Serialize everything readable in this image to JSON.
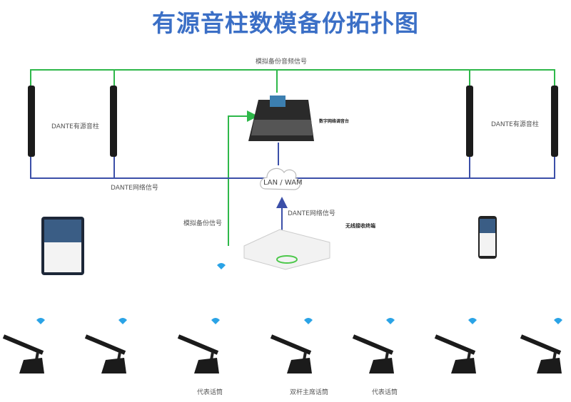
{
  "title": "有源音柱数模备份拓扑图",
  "labels": {
    "analog_audio": "模拟备份音频信号",
    "speaker_left": "DANTE有源音柱",
    "speaker_right": "DANTE有源音柱",
    "mixer": "数字网络调音台",
    "dante_net": "DANTE网络信号",
    "cloud": "LAN / WAM",
    "dante_net2": "DANTE网络信号",
    "analog_backup": "模拟备份信号",
    "wireless_rx": "无线接收终端"
  },
  "mics": [
    {
      "label": ""
    },
    {
      "label": ""
    },
    {
      "label": "代表话筒"
    },
    {
      "label": "双杆主席话筒"
    },
    {
      "label": "代表话筒"
    },
    {
      "label": ""
    },
    {
      "label": ""
    }
  ],
  "colors": {
    "green": "#2eb84a",
    "blue": "#3b4fa8",
    "title": "#3b6fc6",
    "wifi": "#2aa3e6"
  }
}
